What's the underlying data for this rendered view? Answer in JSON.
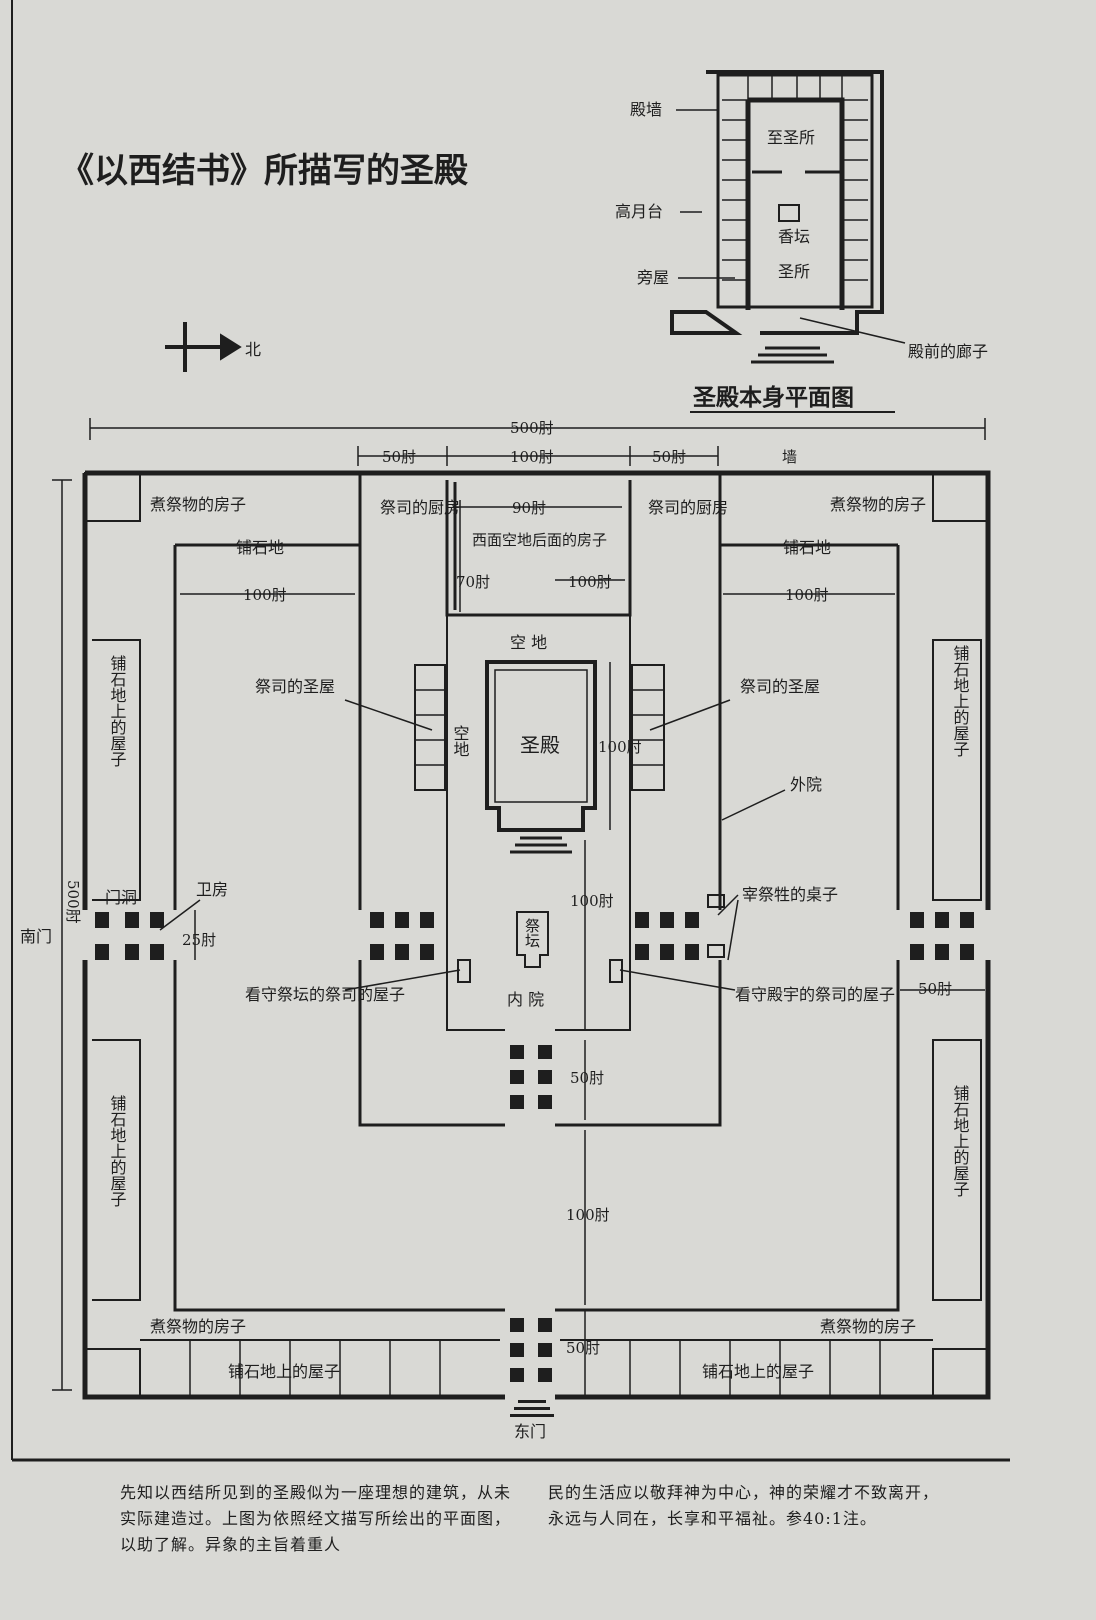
{
  "title": "《以西结书》所描写的圣殿",
  "north_label": "北",
  "inset": {
    "title": "圣殿本身平面图",
    "labels": {
      "wall": "殿墙",
      "platform": "高月台",
      "side_rooms": "旁屋",
      "holy_of_holies": "至圣所",
      "altar_incense": "香坛",
      "holy_place": "圣所",
      "porch": "殿前的廊子"
    }
  },
  "dimensions": {
    "total_width": "500肘",
    "total_height": "500肘",
    "left_50": "50肘",
    "mid_100": "100肘",
    "right_50": "50肘",
    "west_90": "90肘",
    "west_70": "70肘",
    "west_100": "100肘",
    "pave_left_100": "100肘",
    "pave_right_100": "100肘",
    "temple_100": "100肘",
    "court_100": "100肘",
    "gate_25": "25肘",
    "north_50": "50肘",
    "east_50a": "50肘",
    "outer_100": "100肘",
    "east_50b": "50肘"
  },
  "labels": {
    "kitchen_nw": "煮祭物的房子",
    "kitchen_ne": "煮祭物的房子",
    "kitchen_sw": "煮祭物的房子",
    "kitchen_se": "煮祭物的房子",
    "pave_left": "铺石地",
    "pave_right": "铺石地",
    "priest_kitchen_l": "祭司的厨房",
    "priest_kitchen_r": "祭司的厨房",
    "west_building": "西面空地后面的房子",
    "wall": "墙",
    "open_space": "空 地",
    "open_space_side": "空地",
    "priest_holy_l": "祭司的圣屋",
    "priest_holy_r": "祭司的圣屋",
    "temple": "圣殿",
    "outer_court": "外院",
    "inner_court": "内 院",
    "altar": "祭坛",
    "rooms_left_upper": "铺石地上的屋子",
    "rooms_left_lower": "铺石地上的屋子",
    "rooms_right_upper": "铺石地上的屋子",
    "rooms_right_lower": "铺石地上的屋子",
    "rooms_bottom_l": "铺石地上的屋子",
    "rooms_bottom_r": "铺石地上的屋子",
    "guard_room": "卫房",
    "gate_passage": "门洞",
    "south_gate": "南门",
    "east_gate": "东门",
    "slaughter_tables": "宰祭牲的桌子",
    "altar_priests": "看守祭坛的祭司的屋子",
    "temple_priests": "看守殿宇的祭司的屋子"
  },
  "caption": {
    "left": "先知以西结所见到的圣殿似为一座理想的建筑，从未实际建造过。上图为依照经文描写所绘出的平面图，以助了解。异象的主旨着重人",
    "right": "民的生活应以敬拜神为中心，神的荣耀才不致离开，永远与人同在，长享和平福祉。参40:1注。"
  }
}
